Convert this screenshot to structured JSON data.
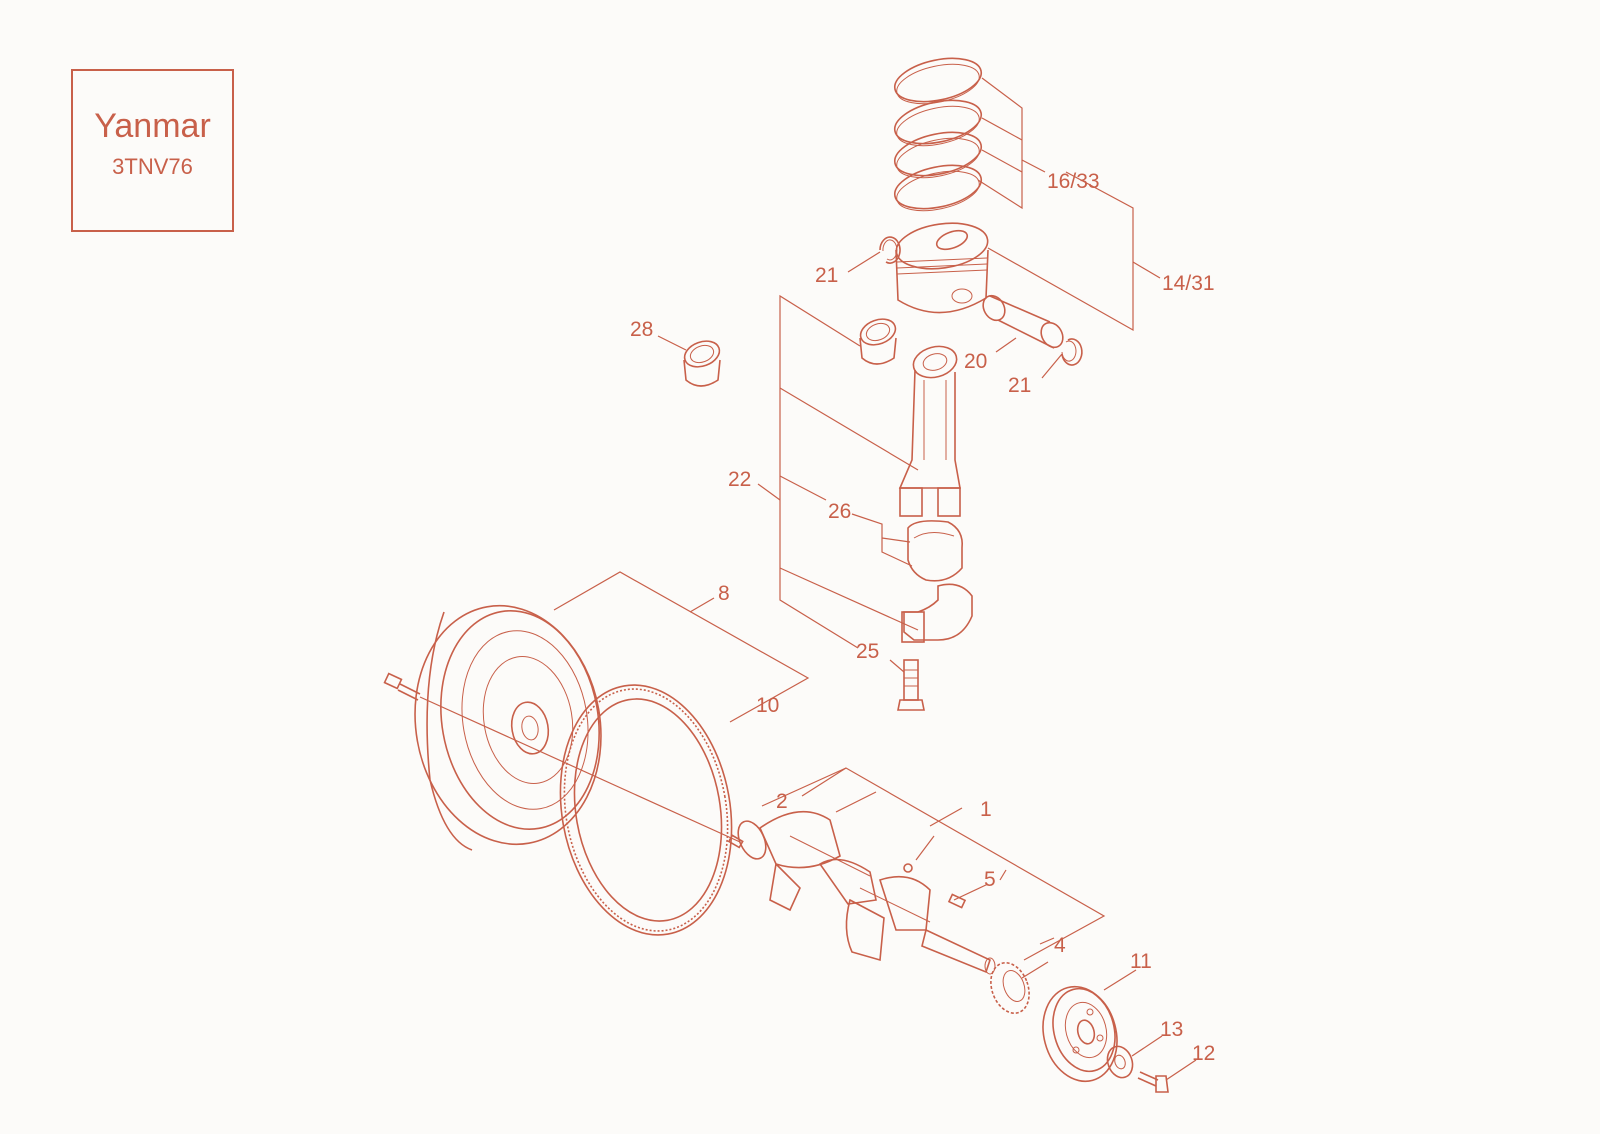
{
  "title": {
    "brand": "Yanmar",
    "model": "3TNV76"
  },
  "colors": {
    "line": "#c8604a",
    "background": "#fcfbf9"
  },
  "labels": {
    "p16_33": "16/33",
    "p14_31": "14/31",
    "p21a": "21",
    "p21b": "21",
    "p20": "20",
    "p28": "28",
    "p22": "22",
    "p26": "26",
    "p8": "8",
    "p25": "25",
    "p10": "10",
    "p2": "2",
    "p1": "1",
    "p5": "5",
    "p4": "4",
    "p11": "11",
    "p13": "13",
    "p12": "12"
  }
}
